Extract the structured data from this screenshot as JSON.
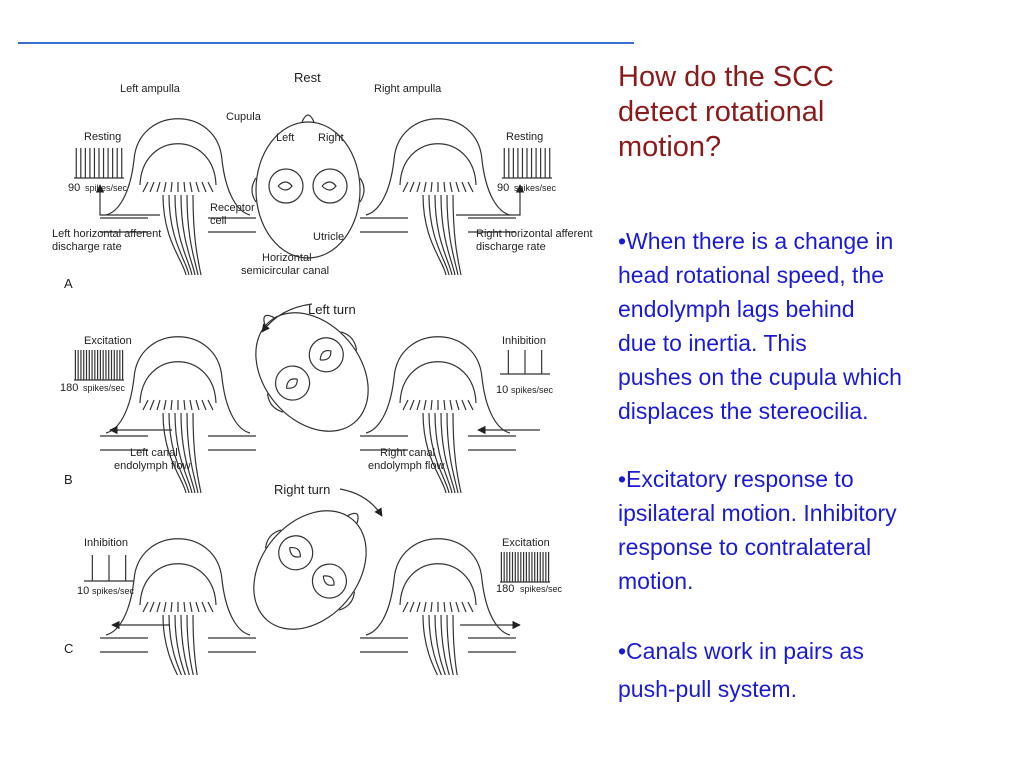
{
  "slide": {
    "title_lines": [
      "How do the SCC",
      "detect rotational",
      "motion?"
    ],
    "bullets": [
      [
        "•When there is a change in",
        "head rotational speed, the",
        "endolymph lags behind",
        "due to inertia.  This",
        "pushes on the cupula which",
        "displaces the stereocilia."
      ],
      [
        "•Excitatory response to",
        "ipsilateral motion.  Inhibitory",
        "response to contralateral",
        "motion."
      ],
      [
        "•Canals work in pairs as",
        "push-pull system."
      ]
    ]
  },
  "figure": {
    "panel_a": {
      "label": "A",
      "rest": "Rest",
      "left_ampulla": "Left ampulla",
      "right_ampulla": "Right ampulla",
      "cupula": "Cupula",
      "resting_left": "Resting",
      "resting_right": "Resting",
      "rate_left_num": "90",
      "rate_left_unit": "spikes/sec",
      "rate_right_num": "90",
      "rate_right_unit": "spikes/sec",
      "head_left": "Left",
      "head_right": "Right",
      "receptor_1": "Receptor",
      "receptor_2": "cell",
      "utricle": "Utricle",
      "left_afferent_1": "Left horizontal afferent",
      "left_afferent_2": "discharge rate",
      "right_afferent_1": "Right horizontal afferent",
      "right_afferent_2": "discharge rate",
      "canal_1": "Horizontal",
      "canal_2": "semicircular canal"
    },
    "panel_b": {
      "label": "B",
      "turn": "Left turn",
      "left_state": "Excitation",
      "right_state": "Inhibition",
      "left_rate_num": "180",
      "left_rate_unit": "spikes/sec",
      "right_rate_num": "10",
      "right_rate_unit": "spikes/sec",
      "left_flow_1": "Left canal",
      "left_flow_2": "endolymph flow",
      "right_flow_1": "Right canal",
      "right_flow_2": "endolymph flow"
    },
    "panel_c": {
      "label": "C",
      "turn": "Right turn",
      "left_state": "Inhibition",
      "right_state": "Excitation",
      "left_rate_num": "10",
      "left_rate_unit": "spikes/sec",
      "right_rate_num": "180",
      "right_rate_unit": "spikes/sec"
    }
  },
  "colors": {
    "title": "#8b1a1a",
    "bullets": "#1a1ad6",
    "rule": "#3b6fcf"
  }
}
